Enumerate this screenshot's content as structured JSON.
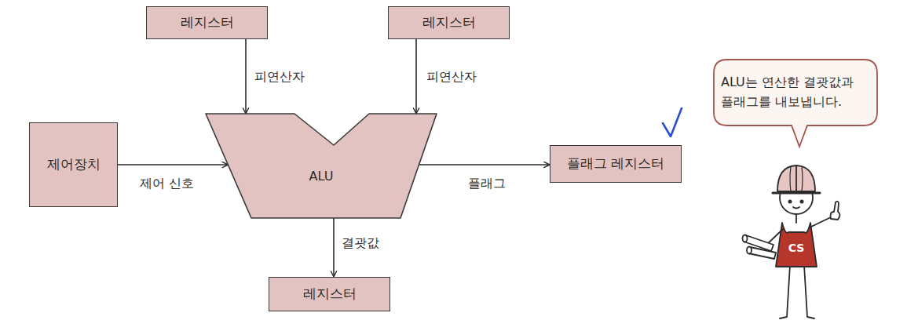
{
  "diagram": {
    "nodes": [
      {
        "text": [
          "레지스터"
        ]
      },
      {
        "text": [
          "레지스터"
        ]
      },
      {
        "text": [
          "제어장치"
        ]
      },
      {
        "text": [
          "ALU"
        ]
      },
      {
        "text": [
          "플래그 레지스터"
        ]
      },
      {
        "text": [
          "레지스터"
        ]
      },
      {
        "text": [
          "ALU는 연산한 결괏값과 플래그를 내보냅니다."
        ]
      }
    ],
    "edges": [
      {
        "from": 0,
        "to": 3,
        "arrow": "to",
        "label": "피연산자"
      },
      {
        "from": 1,
        "to": 3,
        "arrow": "to",
        "label": "피연산자"
      },
      {
        "from": 2,
        "to": 3,
        "arrow": "to",
        "label": "제어 신호"
      },
      {
        "from": 3,
        "to": 4,
        "arrow": "to",
        "label": "플래그"
      },
      {
        "from": 3,
        "to": 5,
        "arrow": "to",
        "label": "결괏값"
      }
    ],
    "labels": [
      "CS"
    ]
  }
}
